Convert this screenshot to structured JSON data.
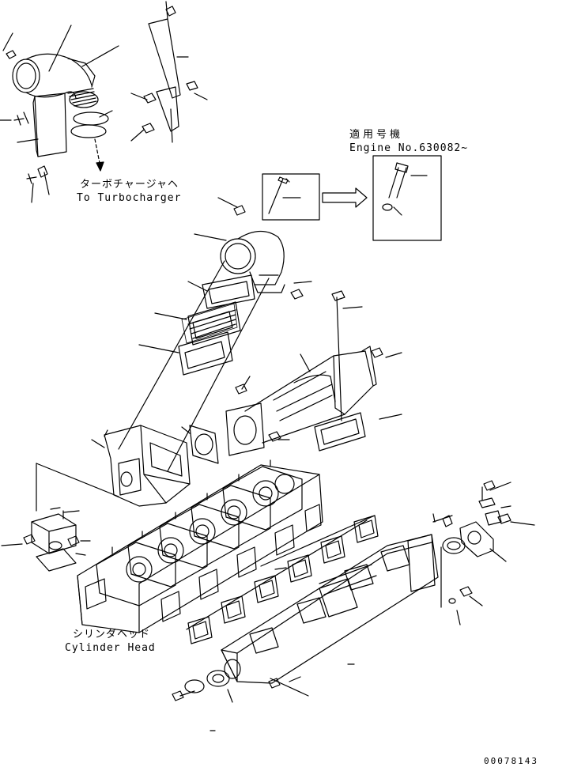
{
  "labels": {
    "to_turbocharger_jp": "ターボチャージャヘ",
    "to_turbocharger_en": "To Turbocharger",
    "applicable_serial_jp": "適用号機",
    "applicable_serial_en": "Engine No.630082~",
    "cylinder_head_jp": "シリンダヘッド",
    "cylinder_head_en": "Cylinder Head",
    "drawing_number": "00078143"
  },
  "colors": {
    "line": "#000000",
    "background": "#ffffff"
  }
}
